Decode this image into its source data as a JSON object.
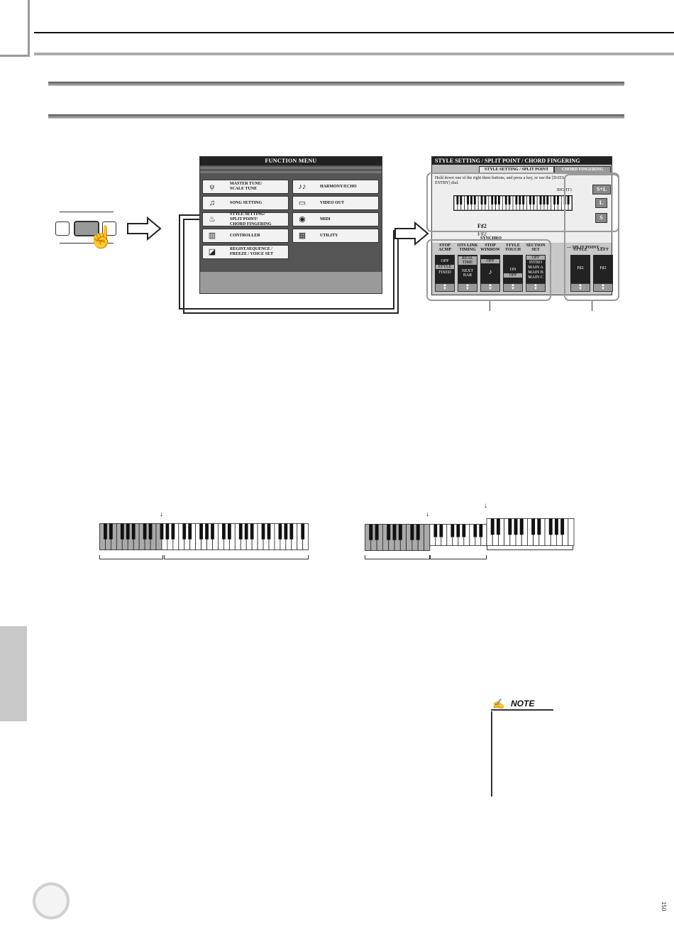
{
  "page": {
    "number": "150"
  },
  "function_menu": {
    "title": "FUNCTION MENU",
    "items_left": [
      {
        "label": "MASTER TUNE/\nSCALE TUNE",
        "icon": "tuning-fork-icon"
      },
      {
        "label": "SONG SETTING",
        "icon": "music-note-icon"
      },
      {
        "label": "STYLE SETTING/\nSPLIT POINT/\nCHORD FINGERING",
        "icon": "style-icon"
      },
      {
        "label": "CONTROLLER",
        "icon": "controller-icon"
      },
      {
        "label": "REGIST.SEQUENCE /\nFREEZE / VOICE SET",
        "icon": "registration-icon"
      }
    ],
    "items_right": [
      {
        "label": "HARMONY/ECHO",
        "icon": "double-note-icon"
      },
      {
        "label": "VIDEO OUT",
        "icon": "monitor-icon"
      },
      {
        "label": "MIDI",
        "icon": "midi-icon"
      },
      {
        "label": "UTILITY",
        "icon": "utility-icon"
      }
    ]
  },
  "style_setting": {
    "title": "STYLE SETTING / SPLIT POINT / CHORD FINGERING",
    "tab_active": "STYLE SETTING / SPLIT POINT",
    "tab_inactive": "CHORD FINGERING",
    "hint": "Hold down one of the right three buttons, and press a key, or use the [DATA ENTRY] dial.",
    "right_label": "RIGHT1",
    "btn_sl": "S+L",
    "btn_l": "L",
    "btn_s": "S",
    "f2a": "F♯2",
    "f2b": "F♯2",
    "synchro": "SYNCHRO",
    "columns": [
      {
        "header": "STOP\nACMP",
        "values": [
          "OFF",
          "STYLE",
          "FIXED"
        ],
        "selected": 1
      },
      {
        "header": "OTS LINK\nTIMING",
        "values": [
          "REAL\nTIME",
          "NEXT\nBAR"
        ],
        "selected": 0
      },
      {
        "header": "STOP\nWINDOW",
        "values": [
          "OFF",
          "♪"
        ],
        "selected": 0
      },
      {
        "header": "STYLE\nTOUCH",
        "values": [
          "ON",
          "OFF"
        ],
        "selected": 1
      },
      {
        "header": "SECTION\nSET",
        "values": [
          "OFF",
          "INTRO",
          "MAIN A",
          "MAIN B",
          "MAIN C"
        ],
        "selected": 0
      }
    ],
    "split_point_header": "SPLIT POINT",
    "split_cols": [
      {
        "header": "STYLE",
        "value": "F♯2"
      },
      {
        "header": "LEFT",
        "value": "F♯2"
      }
    ]
  },
  "note": {
    "label": "NOTE"
  }
}
